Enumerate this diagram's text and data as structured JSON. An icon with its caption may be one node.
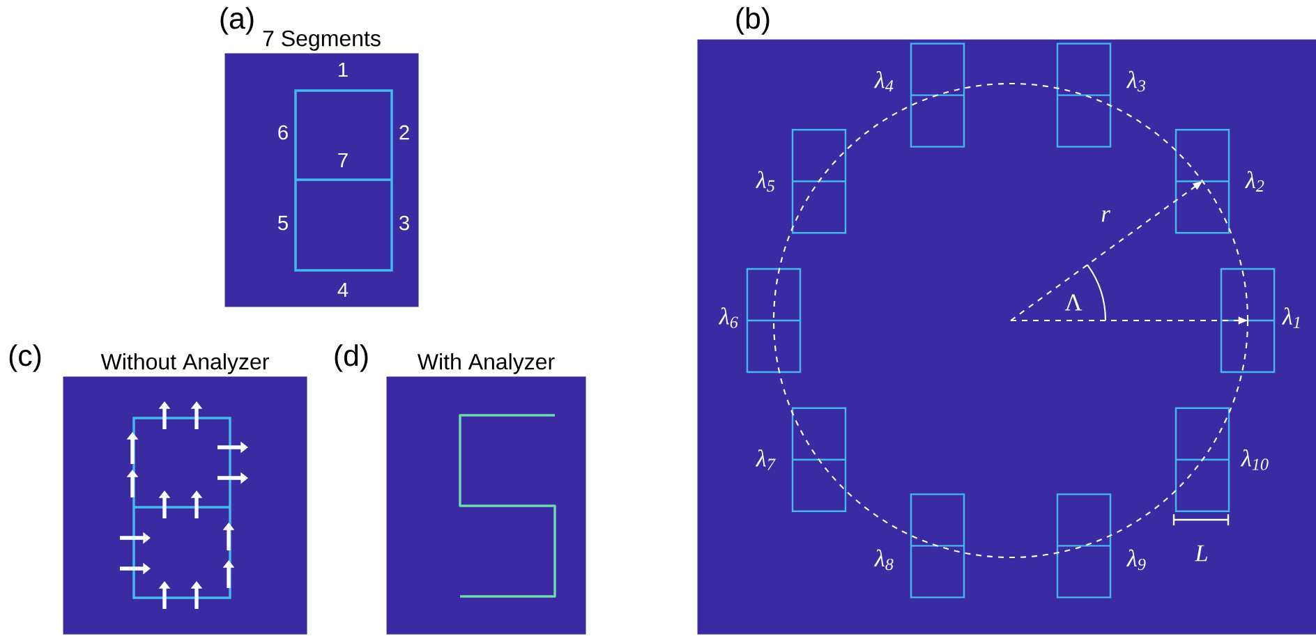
{
  "diagram": {
    "nodes": [
      {
        "text": [
          "7 Segments"
        ],
        "beside": [
          "(a)"
        ]
      },
      {
        "text": [],
        "shape": "picture",
        "beside": [
          "(b)"
        ]
      },
      {
        "text": [
          "Without Analyzer"
        ],
        "beside": [
          "(c)"
        ]
      },
      {
        "text": [
          "With Analyzer"
        ],
        "beside": [
          "(d)"
        ]
      }
    ],
    "labels": [
      "1",
      "6",
      "2",
      "7",
      "5",
      "3",
      "4",
      "λ$_{4}$",
      "λ$_{3}$",
      "λ$_{5}$",
      "λ$_{2}$",
      "r",
      "Λ",
      "λ$_{6}$",
      "λ$_{1}$",
      "λ$_{7}$",
      "λ$_{10}$",
      "λ$_{8}$",
      "λ$_{9}$",
      "L"
    ]
  }
}
